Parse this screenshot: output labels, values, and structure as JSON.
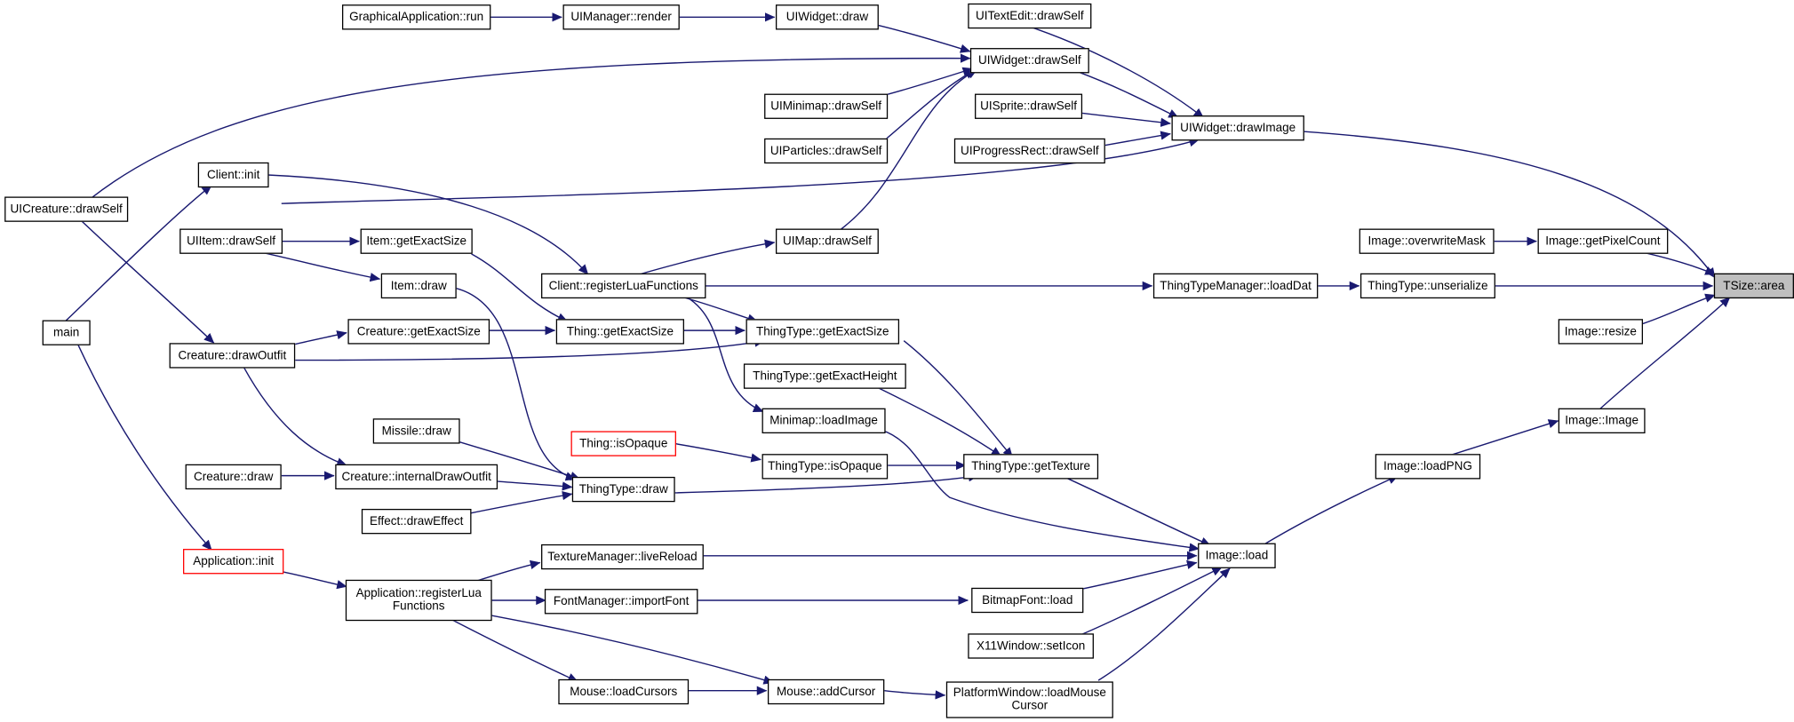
{
  "graph": {
    "title": "",
    "colors": {
      "edge": "#191970",
      "node_border": "#000000",
      "warn_border": "#ff0000",
      "focus_fill": "#bfbfbf"
    },
    "nodes": [
      {
        "id": "tsize_area",
        "label": "TSize::area",
        "kind": "focus"
      },
      {
        "id": "uiwidget_drawimage",
        "label": "UIWidget::drawImage"
      },
      {
        "id": "image_getpixelcount",
        "label": "Image::getPixelCount"
      },
      {
        "id": "thingtype_unserialize",
        "label": "ThingType::unserialize"
      },
      {
        "id": "image_resize",
        "label": "Image::resize"
      },
      {
        "id": "image_image",
        "label": "Image::Image"
      },
      {
        "id": "image_overwritemask",
        "label": "Image::overwriteMask"
      },
      {
        "id": "thingtypemanager_loaddat",
        "label": "ThingTypeManager::loadDat"
      },
      {
        "id": "image_loadpng",
        "label": "Image::loadPNG"
      },
      {
        "id": "image_load",
        "label": "Image::load"
      },
      {
        "id": "uitextedit_drawself",
        "label": "UITextEdit::drawSelf"
      },
      {
        "id": "uiwidget_drawself",
        "label": "UIWidget::drawSelf"
      },
      {
        "id": "uisprite_drawself",
        "label": "UISprite::drawSelf"
      },
      {
        "id": "uiprogressrect_drawself",
        "label": "UIProgressRect::drawSelf"
      },
      {
        "id": "uiitem_drawself",
        "label": "UIItem::drawSelf"
      },
      {
        "id": "uiwidget_draw",
        "label": "UIWidget::draw"
      },
      {
        "id": "uimanager_render",
        "label": "UIManager::render"
      },
      {
        "id": "graphicalapplication_run",
        "label": "GraphicalApplication::run"
      },
      {
        "id": "uiminimap_drawself",
        "label": "UIMinimap::drawSelf"
      },
      {
        "id": "uiparticles_drawself",
        "label": "UIParticles::drawSelf"
      },
      {
        "id": "uimap_drawself",
        "label": "UIMap::drawSelf"
      },
      {
        "id": "uicreature_drawself",
        "label": "UICreature::drawSelf"
      },
      {
        "id": "client_registerluafunctions",
        "label": "Client::registerLuaFunctions"
      },
      {
        "id": "client_init",
        "label": "Client::init"
      },
      {
        "id": "main",
        "label": "main"
      },
      {
        "id": "item_getexactsize",
        "label": "Item::getExactSize"
      },
      {
        "id": "item_draw",
        "label": "Item::draw"
      },
      {
        "id": "thing_getexactsize",
        "label": "Thing::getExactSize"
      },
      {
        "id": "thingtype_getexactsize",
        "label": "ThingType::getExactSize"
      },
      {
        "id": "creature_getexactsize",
        "label": "Creature::getExactSize"
      },
      {
        "id": "creature_drawoutfit",
        "label": "Creature::drawOutfit"
      },
      {
        "id": "thingtype_getexactheight",
        "label": "ThingType::getExactHeight"
      },
      {
        "id": "minimap_loadimage",
        "label": "Minimap::loadImage"
      },
      {
        "id": "thing_isopaque",
        "label": "Thing::isOpaque",
        "kind": "warn"
      },
      {
        "id": "thingtype_isopaque",
        "label": "ThingType::isOpaque"
      },
      {
        "id": "thingtype_gettexture",
        "label": "ThingType::getTexture"
      },
      {
        "id": "missile_draw",
        "label": "Missile::draw"
      },
      {
        "id": "creature_draw",
        "label": "Creature::draw"
      },
      {
        "id": "creature_internaldrawoutfit",
        "label": "Creature::internalDrawOutfit"
      },
      {
        "id": "thingtype_draw",
        "label": "ThingType::draw"
      },
      {
        "id": "effect_draweffect",
        "label": "Effect::drawEffect"
      },
      {
        "id": "texturemanager_livereload",
        "label": "TextureManager::liveReload"
      },
      {
        "id": "bitmapfont_load",
        "label": "BitmapFont::load"
      },
      {
        "id": "x11window_seticon",
        "label": "X11Window::setIcon"
      },
      {
        "id": "platformwindow_loadmousecursor",
        "label": "PlatformWindow::loadMouse\nCursor"
      },
      {
        "id": "application_init",
        "label": "Application::init",
        "kind": "warn"
      },
      {
        "id": "application_registerluafunctions",
        "label": "Application::registerLua\nFunctions"
      },
      {
        "id": "fontmanager_importfont",
        "label": "FontManager::importFont"
      },
      {
        "id": "mouse_loadcursors",
        "label": "Mouse::loadCursors"
      },
      {
        "id": "mouse_addcursor",
        "label": "Mouse::addCursor"
      }
    ]
  }
}
